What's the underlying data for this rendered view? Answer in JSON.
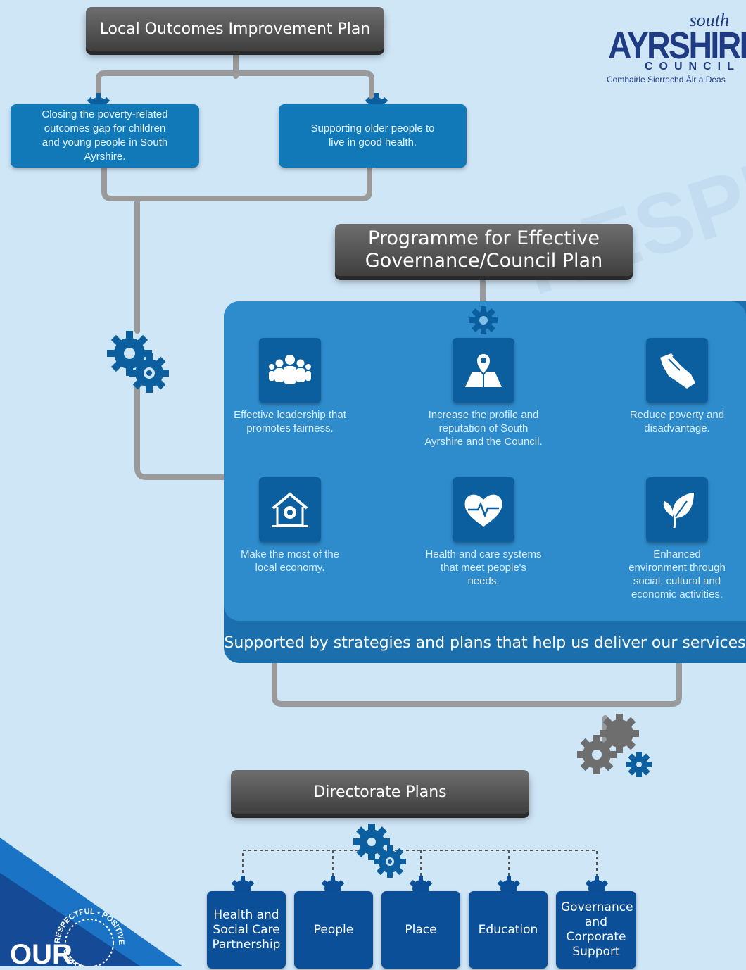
{
  "logo": {
    "south": "south",
    "ayrshire": "AYRSHIRE",
    "council": "COUNCIL",
    "gaelic": "Comhairle Siorrachd Àir a Deas"
  },
  "lotip": {
    "title": "Local Outcomes Improvement Plan"
  },
  "outcomes": [
    {
      "text": "Closing the poverty-related outcomes gap for children and young people in South Ayrshire."
    },
    {
      "text": "Supporting older people to live in good health."
    }
  ],
  "programme": {
    "title": "Programme for Effective Governance/Council Plan"
  },
  "priorities": [
    {
      "label": "Effective leadership that promotes fairness.",
      "icon": "people-group-icon"
    },
    {
      "label": "Increase the profile and reputation of South Ayrshire and the Council.",
      "icon": "map-pin-icon"
    },
    {
      "label": "Reduce poverty and disadvantage.",
      "icon": "helping-hand-icon"
    },
    {
      "label": "Make the most of the local economy.",
      "icon": "house-money-icon"
    },
    {
      "label": "Health and care systems that meet people's needs.",
      "icon": "heart-pulse-icon"
    },
    {
      "label": "Enhanced environment through social, cultural and economic activities.",
      "icon": "leaf-icon"
    }
  ],
  "supported_text": "Supported by strategies and plans that help us deliver our services",
  "directorate": {
    "title": "Directorate Plans"
  },
  "directorates": [
    {
      "label": "Health and Social Care Partnership"
    },
    {
      "label": "People"
    },
    {
      "label": "Place"
    },
    {
      "label": "Education"
    },
    {
      "label": "Governance and Corporate Support"
    }
  ],
  "watermark": "RESPECTFUL",
  "badge": {
    "top": "RESPECTFUL • POSITIVE",
    "bottom": "SUPPORTIVE",
    "word": "OUR"
  },
  "colors": {
    "background": "#cfe6f7",
    "primary_blue": "#1279b8",
    "dark_blue": "#0b4f98",
    "pill_grey": "#4a4a4a",
    "connector_grey": "#9a9a9a"
  }
}
